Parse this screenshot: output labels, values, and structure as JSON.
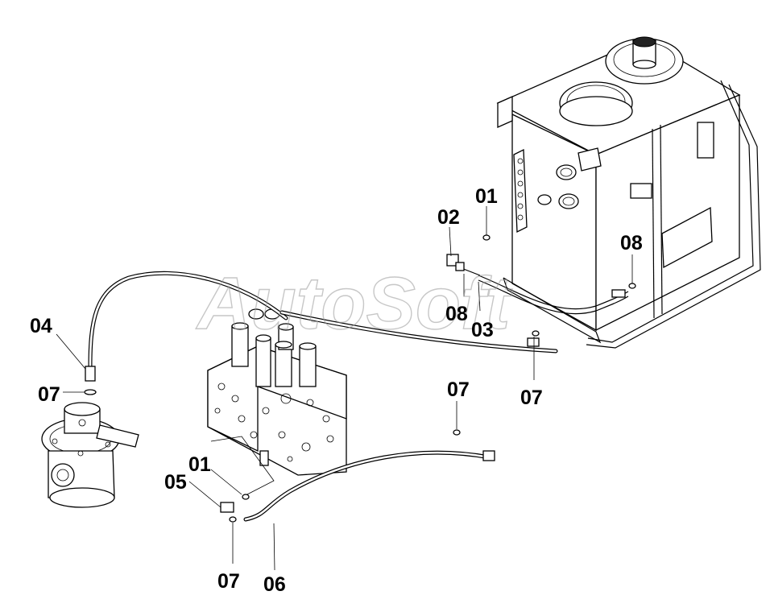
{
  "diagram": {
    "watermark": "AutoSoft",
    "callouts": [
      {
        "id": "c01a",
        "text": "01"
      },
      {
        "id": "c02",
        "text": "02"
      },
      {
        "id": "c08a",
        "text": "08"
      },
      {
        "id": "c08b",
        "text": "08"
      },
      {
        "id": "c03",
        "text": "03"
      },
      {
        "id": "c04",
        "text": "04"
      },
      {
        "id": "c07a",
        "text": "07"
      },
      {
        "id": "c07b",
        "text": "07"
      },
      {
        "id": "c07c",
        "text": "07"
      },
      {
        "id": "c01b",
        "text": "01"
      },
      {
        "id": "c05",
        "text": "05"
      },
      {
        "id": "c07d",
        "text": "07"
      },
      {
        "id": "c06",
        "text": "06"
      }
    ]
  }
}
